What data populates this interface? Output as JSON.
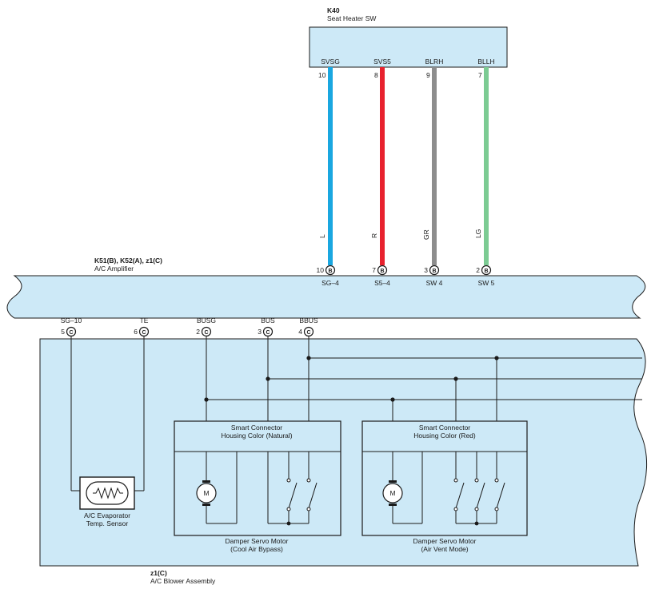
{
  "k40": {
    "code": "K40",
    "name": "Seat Heater SW",
    "pins": [
      {
        "label": "SVSG",
        "num": "10",
        "color_code": "L",
        "color": "#1aa7e0"
      },
      {
        "label": "SVS5",
        "num": "8",
        "color_code": "R",
        "color": "#e8222e"
      },
      {
        "label": "BLRH",
        "num": "9",
        "color_code": "GR",
        "color": "#8d8d8d"
      },
      {
        "label": "BLLH",
        "num": "7",
        "color_code": "LG",
        "color": "#7ccb93"
      }
    ]
  },
  "amplifier": {
    "code": "K51(B), K52(A), z1(C)",
    "name": "A/C Amplifier",
    "top_terminals": [
      {
        "num": "10",
        "conn": "B",
        "label": "SG–4"
      },
      {
        "num": "7",
        "conn": "B",
        "label": "S5–4"
      },
      {
        "num": "3",
        "conn": "B",
        "label": "SW 4"
      },
      {
        "num": "2",
        "conn": "B",
        "label": "SW 5"
      }
    ],
    "bottom_terminals": [
      {
        "num": "5",
        "conn": "C",
        "label": "SG–10"
      },
      {
        "num": "6",
        "conn": "C",
        "label": "TE"
      },
      {
        "num": "2",
        "conn": "C",
        "label": "BUSG"
      },
      {
        "num": "3",
        "conn": "C",
        "label": "BUS"
      },
      {
        "num": "4",
        "conn": "C",
        "label": "BBUS"
      }
    ]
  },
  "sensor": {
    "name_line1": "A/C Evaporator",
    "name_line2": "Temp.  Sensor"
  },
  "motor_left": {
    "connector_line1": "Smart Connector",
    "connector_line2": "Housing Color (Natural)",
    "motor_glyph": "M",
    "name_line1": "Damper Servo Motor",
    "name_line2": "(Cool Air Bypass)"
  },
  "motor_right": {
    "connector_line1": "Smart Connector",
    "connector_line2": "Housing Color (Red)",
    "motor_glyph": "M",
    "name_line1": "Damper Servo Motor",
    "name_line2": "(Air Vent Mode)"
  },
  "blower": {
    "code": "z1(C)",
    "name": "A/C Blower Assembly"
  },
  "colors": {
    "body_fill": "#cde9f7",
    "line": "#1a1a1a"
  }
}
